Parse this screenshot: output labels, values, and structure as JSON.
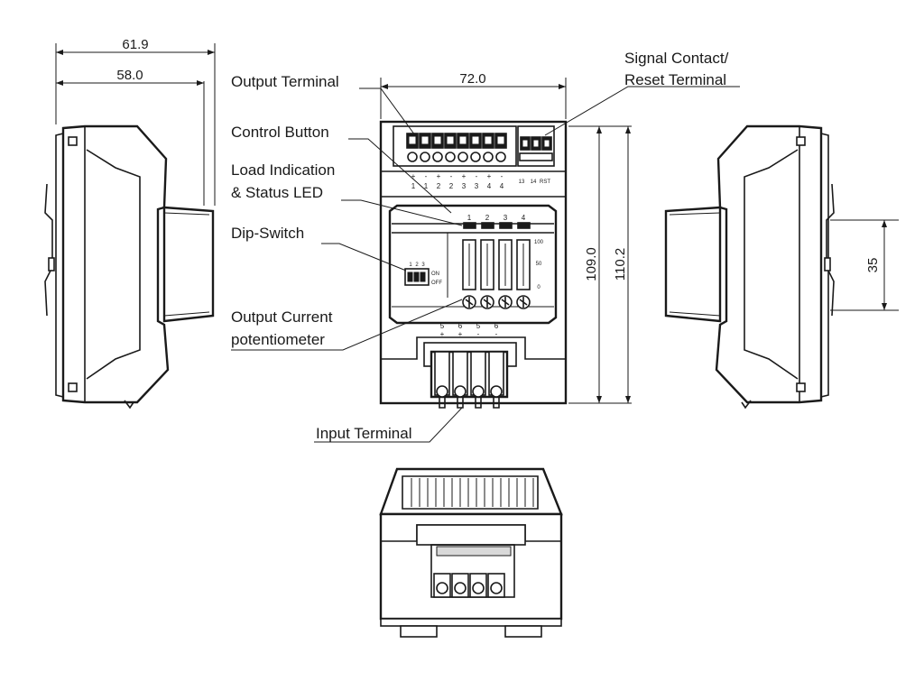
{
  "labels": {
    "output_terminal": "Output Terminal",
    "control_button": "Control Button",
    "load_indication_1": "Load Indication",
    "load_indication_2": "& Status LED",
    "dip_switch": "Dip-Switch",
    "output_current_1": "Output Current",
    "output_current_2": "potentiometer",
    "input_terminal": "Input Terminal",
    "signal_contact_1": "Signal Contact/",
    "signal_contact_2": "Reset Terminal"
  },
  "dimensions": {
    "overall_depth": "61.9",
    "housing_depth": "58.0",
    "front_width": "72.0",
    "height_inner": "109.0",
    "height_outer": "110.2",
    "rail_height": "35"
  },
  "front_markings": {
    "output_terminals": [
      "+",
      "-",
      "+",
      "-",
      "+",
      "-",
      "+",
      "-"
    ],
    "output_numbers": [
      "1",
      "1",
      "2",
      "2",
      "3",
      "3",
      "4",
      "4"
    ],
    "signal_labels": [
      "13",
      "14",
      "RST"
    ],
    "channel_numbers": [
      "1",
      "2",
      "3",
      "4"
    ],
    "scale_labels": [
      "100",
      "50",
      "0"
    ],
    "dip_numbers": [
      "1",
      "2",
      "3"
    ],
    "dip_on": "ON",
    "dip_off": "OFF",
    "input_numbers": [
      "5",
      "6",
      "5",
      "6"
    ],
    "input_polarity": [
      "+",
      "+",
      "-",
      "-"
    ]
  }
}
